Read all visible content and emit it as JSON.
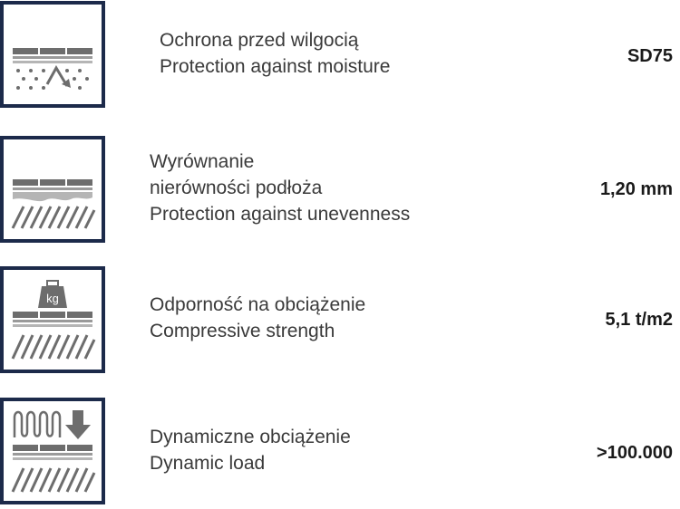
{
  "features": [
    {
      "icon": "moisture-icon",
      "lines": [
        "Ochrona przed wilgocią",
        "Protection against moisture"
      ],
      "value": "SD75"
    },
    {
      "icon": "unevenness-icon",
      "lines": [
        "Wyrównanie",
        "nierówności podłoża",
        "Protection against unevenness"
      ],
      "value": "1,20 mm"
    },
    {
      "icon": "compressive-weight-icon",
      "weight_label": "kg",
      "lines": [
        "Odporność na obciążenie",
        "Compressive strength"
      ],
      "value": "5,1 t/m2"
    },
    {
      "icon": "dynamic-load-icon",
      "lines": [
        "Dynamiczne obciążenie",
        "Dynamic load"
      ],
      "value": ">100.000"
    }
  ],
  "colors": {
    "frame": "#1c2a4a",
    "stripe": "#6d6d6d",
    "light_stripe": "#b5b5b5",
    "text": "#3a3a3a"
  }
}
